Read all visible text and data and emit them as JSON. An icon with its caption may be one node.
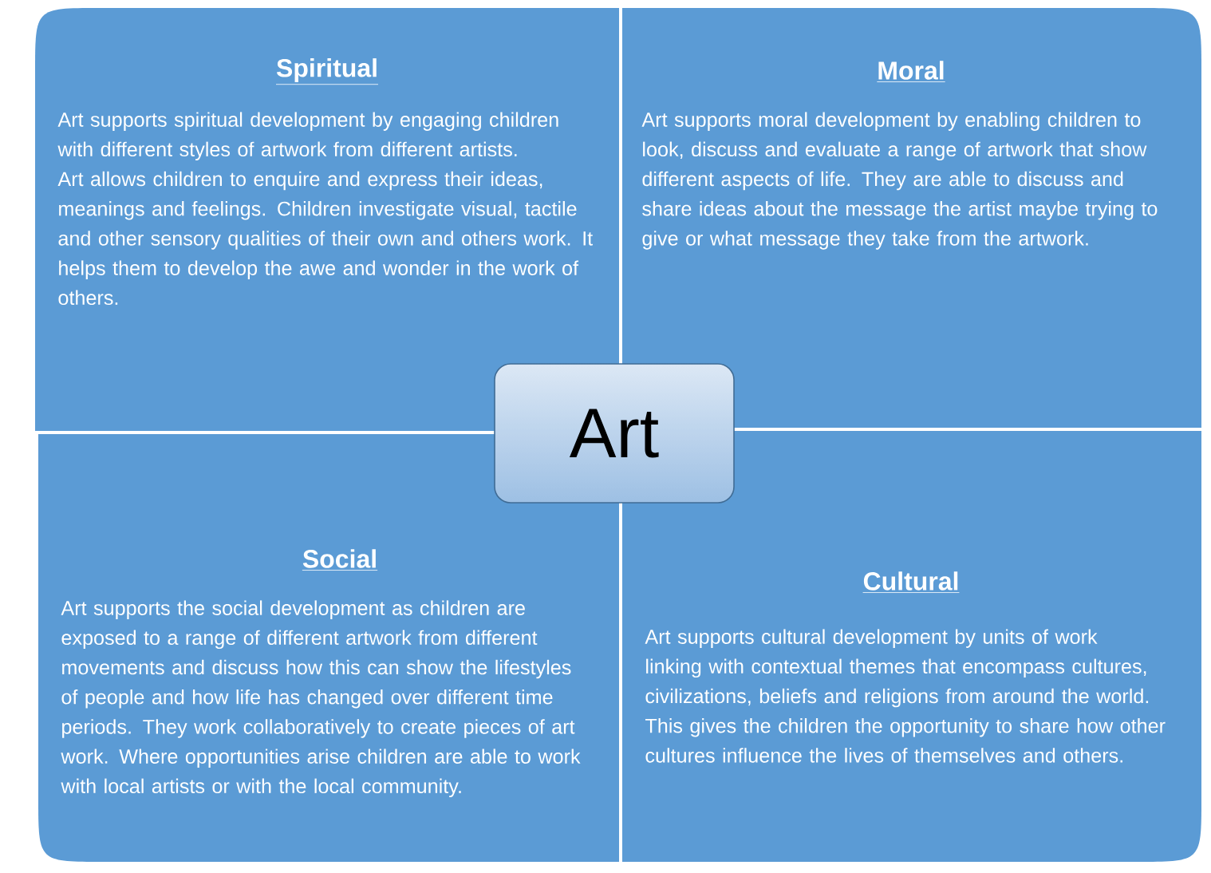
{
  "diagram": {
    "nodes": [
      {
        "text": [
          "Spiritual",
          "Art supports spiritual development by engaging children with different styles of artwork from different artists. Art allows children to enquire and express their ideas, meanings and feelings. Children investigate visual, tactile and other sensory qualities of their own and others work. It helps them to develop the awe and wonder in the work of others."
        ]
      },
      {
        "text": [
          "Moral",
          "Art supports moral development by enabling children to look, discuss and evaluate  a range of artwork that show different aspects of life. They are able to discuss and share ideas about the message the artist maybe trying to give or what message they take from the artwork."
        ]
      },
      {
        "text": [
          "Social",
          "Art supports the social development as children are exposed to a range of different artwork from different movements and discuss how this can show the lifestyles of people and how life has changed over different time periods. They work collaboratively to create pieces of art work. Where opportunities arise children are able to work with local artists or with the local community."
        ]
      },
      {
        "text": [
          "Cultural",
          "Art supports cultural development by units of work linking with contextual themes that encompass cultures, civilizations, beliefs and religions from around the world. This gives the children the opportunity to share how other cultures influence the lives of themselves and others."
        ]
      },
      {
        "text": [
          "Art"
        ]
      }
    ]
  }
}
